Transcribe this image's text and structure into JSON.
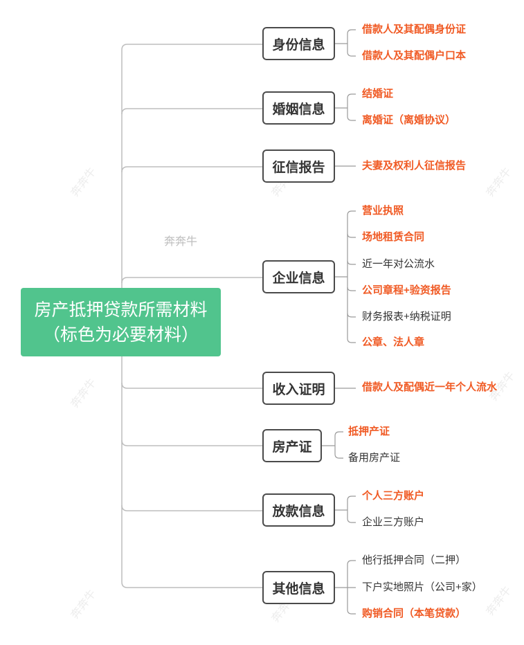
{
  "root": {
    "title_line1": "房产抵押贷款所需材料",
    "title_line2": "（标色为必要材料）"
  },
  "watermark": {
    "label": "奔奔牛"
  },
  "colors": {
    "root_bg": "#51c48d",
    "required_text": "#f05a24",
    "normal_text": "#333333",
    "node_border": "#4a4a4a",
    "connector": "#bbbbbb"
  },
  "branches": [
    {
      "label": "身份信息",
      "children": [
        {
          "label": "借款人及其配偶身份证",
          "required": true
        },
        {
          "label": "借款人及其配偶户口本",
          "required": true
        }
      ]
    },
    {
      "label": "婚姻信息",
      "children": [
        {
          "label": "结婚证",
          "required": true
        },
        {
          "label": "离婚证（离婚协议）",
          "required": true
        }
      ]
    },
    {
      "label": "征信报告",
      "children": [
        {
          "label": "夫妻及权利人征信报告",
          "required": true
        }
      ]
    },
    {
      "label": "企业信息",
      "children": [
        {
          "label": "营业执照",
          "required": true
        },
        {
          "label": "场地租赁合同",
          "required": true
        },
        {
          "label": "近一年对公流水",
          "required": false
        },
        {
          "label": "公司章程+验资报告",
          "required": true
        },
        {
          "label": "财务报表+纳税证明",
          "required": false
        },
        {
          "label": "公章、法人章",
          "required": true
        }
      ]
    },
    {
      "label": "收入证明",
      "children": [
        {
          "label": "借款人及配偶近一年个人流水",
          "required": true
        }
      ]
    },
    {
      "label": "房产证",
      "children": [
        {
          "label": "抵押产证",
          "required": true
        },
        {
          "label": "备用房产证",
          "required": false
        }
      ]
    },
    {
      "label": "放款信息",
      "children": [
        {
          "label": "个人三方账户",
          "required": true
        },
        {
          "label": "企业三方账户",
          "required": false
        }
      ]
    },
    {
      "label": "其他信息",
      "children": [
        {
          "label": "他行抵押合同（二押）",
          "required": false
        },
        {
          "label": "下户实地照片（公司+家）",
          "required": false
        },
        {
          "label": "购销合同（本笔贷款）",
          "required": true
        }
      ]
    }
  ]
}
